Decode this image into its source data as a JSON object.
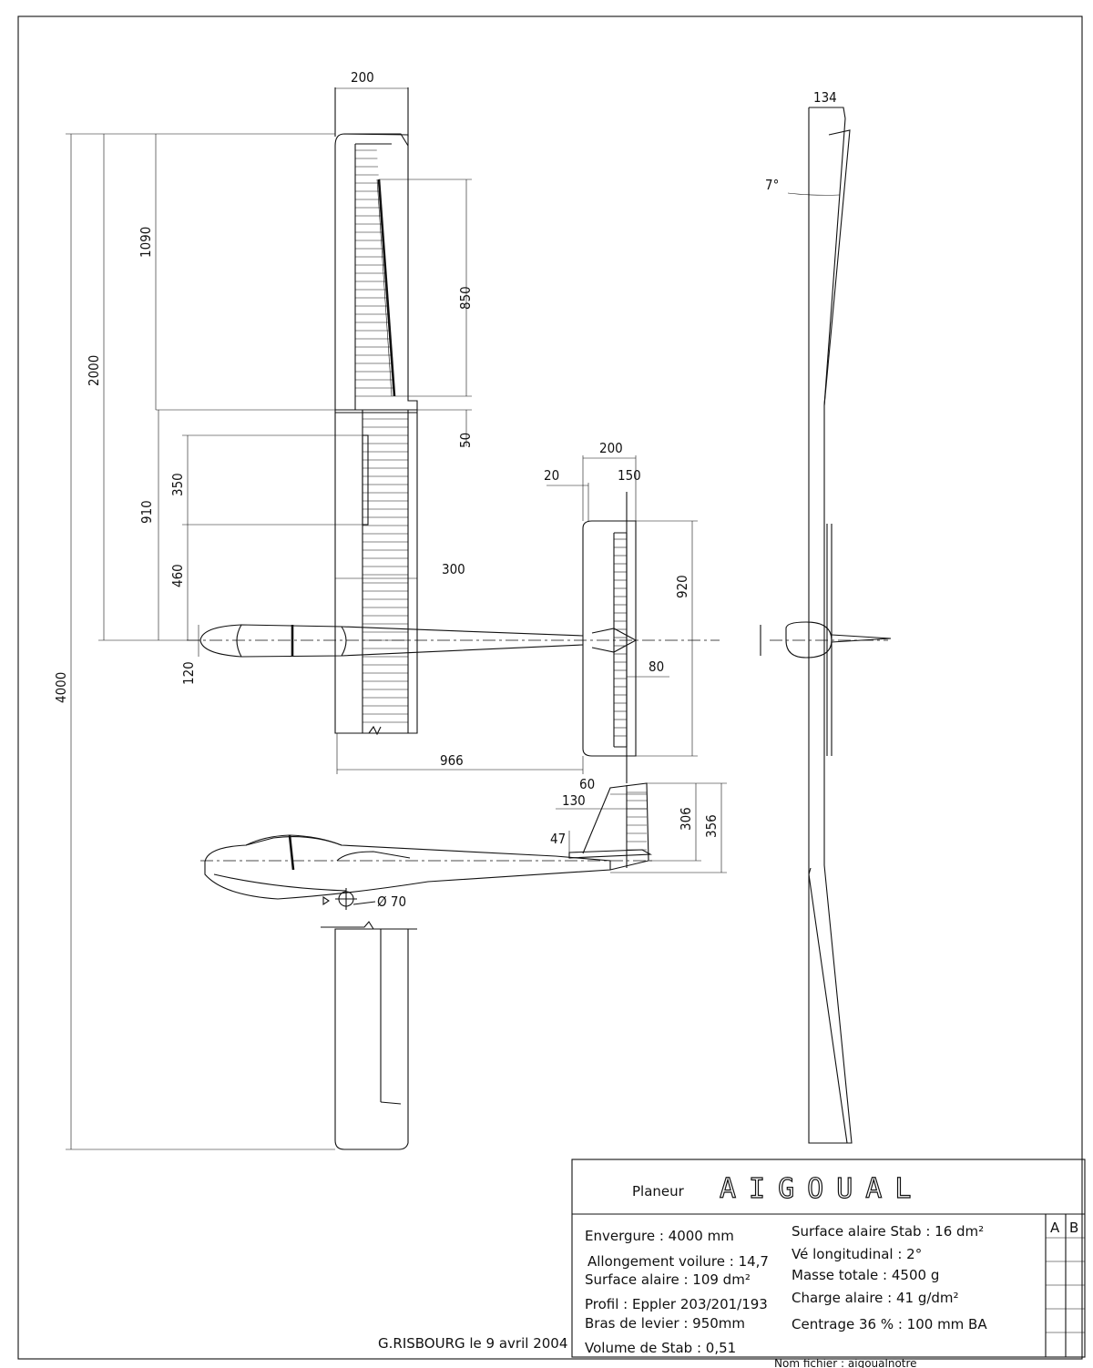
{
  "dimensions": {
    "root_chord": "200",
    "half_span": "2000",
    "span": "4000",
    "outer_panel": "1090",
    "inner_panel": "910",
    "aileron_length": "850",
    "gap": "50",
    "spoiler_length": "350",
    "spoiler_offset": "460",
    "fuselage_width": "120",
    "wing_chord_inner": "300",
    "tail_arm": "966",
    "stab_chord": "200",
    "stab_le_offset": "20",
    "elevator_pos": "150",
    "stab_span": "920",
    "elevator_chord": "80",
    "fin_top_chord": "60",
    "fin_chord": "130",
    "fin_height": "306",
    "fin_total_height": "356",
    "tail_cone": "47",
    "wheel": "Ø 70",
    "tip_chord": "134",
    "dihedral": "7°"
  },
  "title_block": {
    "type_label": "Planeur",
    "name": "AIGOUAL",
    "col_a": "A",
    "col_b": "B",
    "specs_left": [
      "Envergure : 4000 mm",
      "Allongement voilure : 14,7",
      "Surface alaire : 109 dm²",
      "Profil : Eppler 203/201/193",
      "Bras de levier : 950mm",
      "Volume de Stab : 0,51"
    ],
    "specs_right": [
      "Surface alaire Stab : 16 dm²",
      "Vé longitudinal : 2°",
      "Masse totale : 4500 g",
      "Charge alaire : 41 g/dm²",
      "Centrage 36 % : 100 mm BA"
    ],
    "author": "G.RISBOURG le 9 avril 2004",
    "filename": "Nom fichier : aigoualnotre"
  }
}
